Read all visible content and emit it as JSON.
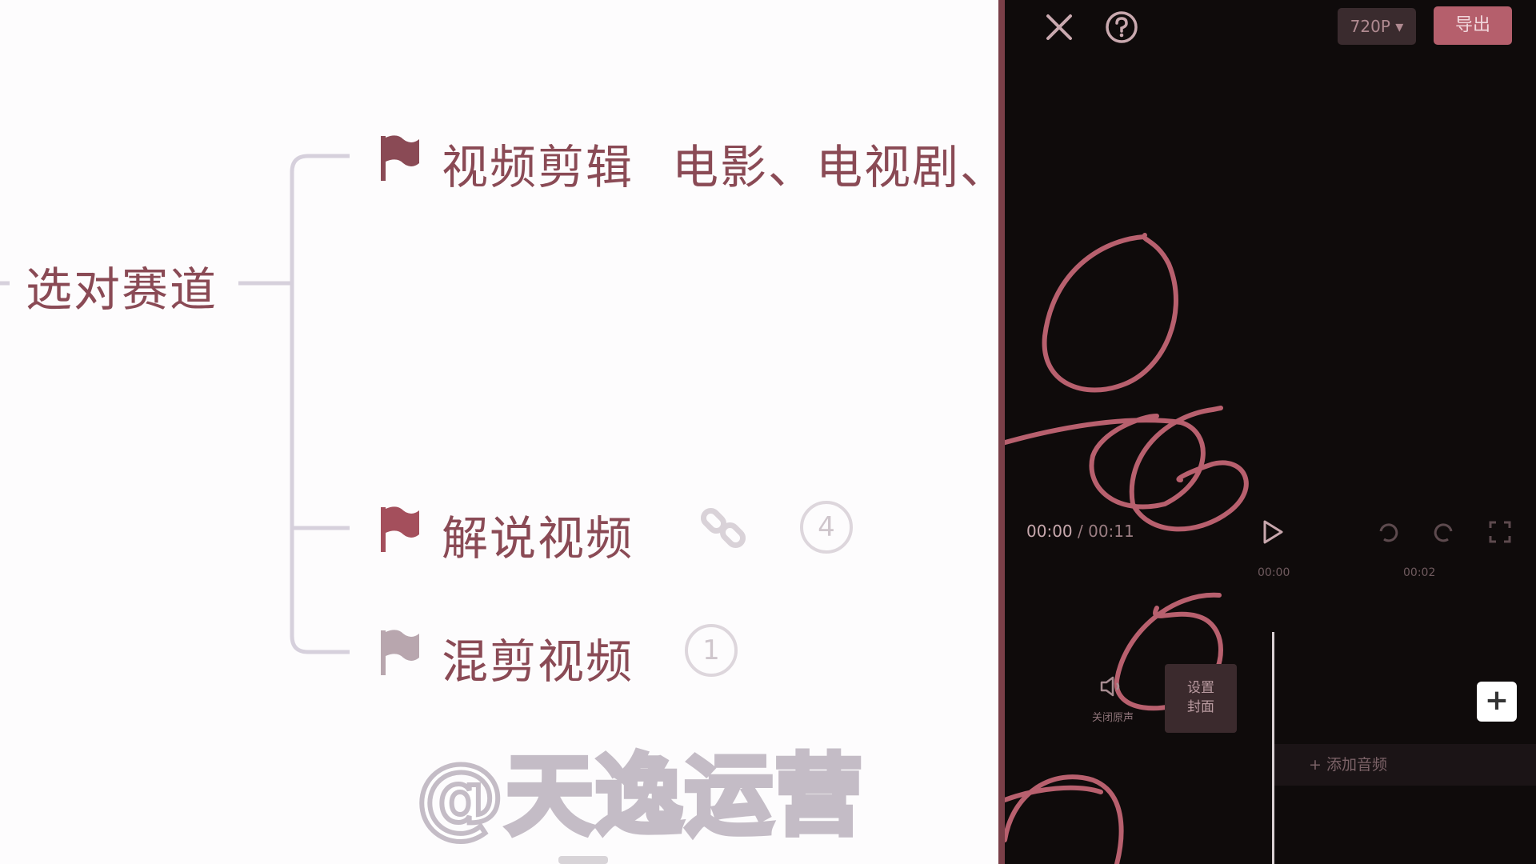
{
  "mindmap": {
    "root": "选对赛道",
    "branches": [
      {
        "title": "视频剪辑",
        "detail": "电影、电视剧、"
      },
      {
        "title": "解说视频",
        "badge": "4"
      },
      {
        "title": "混剪视频",
        "badge": "1"
      }
    ],
    "colors": {
      "text": "#8a4a55",
      "line": "#d6d0dc",
      "flag_dark": "#8a4a55",
      "flag_light": "#b8a6ae"
    }
  },
  "watermark": "@天逸运营",
  "editor": {
    "resolution_label": "720P",
    "export_label": "导出",
    "time_current": "00:00",
    "time_separator": " / ",
    "time_total": "00:11",
    "ticks": [
      "00:00",
      "00:02"
    ],
    "mute_label": "关闭原声",
    "cover_label_1": "设置",
    "cover_label_2": "封面",
    "add_audio_label": "+ 添加音频",
    "add_clip_symbol": "+",
    "colors": {
      "background": "#0f0b0b",
      "export": "#b55f6c",
      "annotation": "#b8606e"
    }
  }
}
